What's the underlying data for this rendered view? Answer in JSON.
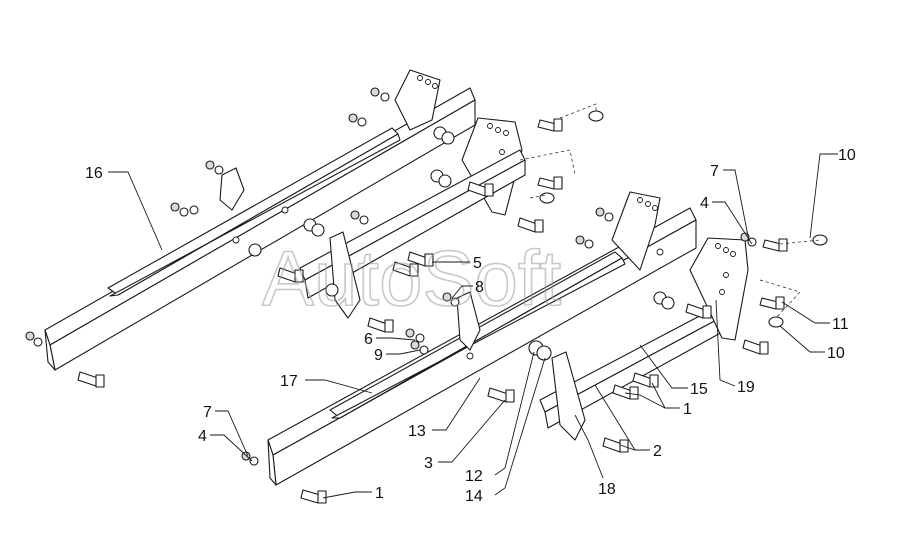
{
  "watermark": "AutoSoft",
  "callouts": [
    {
      "text": "16"
    },
    {
      "text": "17"
    },
    {
      "text": "15"
    },
    {
      "text": "18"
    },
    {
      "text": "19"
    },
    {
      "text": "10"
    },
    {
      "text": "10"
    },
    {
      "text": "11"
    },
    {
      "text": "7"
    },
    {
      "text": "4"
    },
    {
      "text": "5"
    },
    {
      "text": "8"
    },
    {
      "text": "6"
    },
    {
      "text": "9"
    },
    {
      "text": "7"
    },
    {
      "text": "4"
    },
    {
      "text": "1"
    },
    {
      "text": "1"
    },
    {
      "text": "2"
    },
    {
      "text": "3"
    },
    {
      "text": "13"
    },
    {
      "text": "12"
    },
    {
      "text": "14"
    }
  ]
}
